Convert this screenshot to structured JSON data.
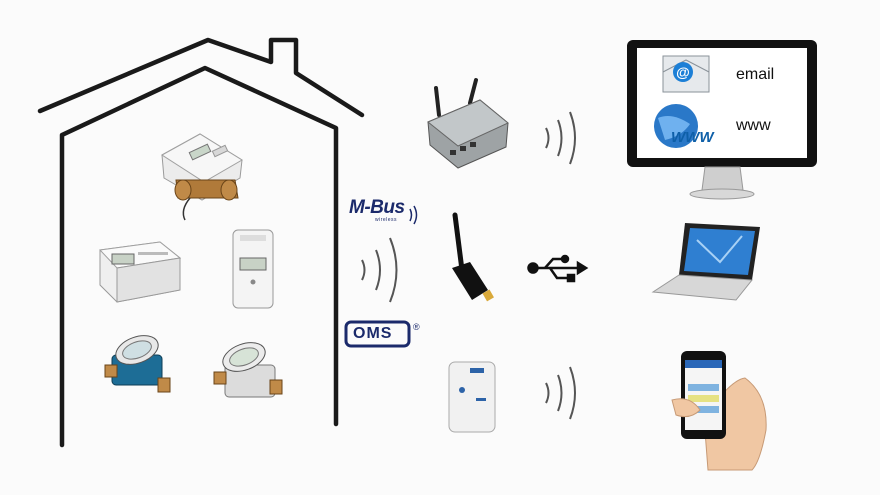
{
  "labels": {
    "email": "email",
    "www": "www",
    "www_badge": "WWW",
    "mbus": "M-Bus",
    "mbus_subtitle": "wireless",
    "oms": "OMS",
    "oms_registered": "®"
  },
  "colors": {
    "house_outline": "#1a1a1a",
    "brand_blue": "#1b2a6b",
    "screen_blue": "#0e5fa8",
    "signal_gray": "#555555"
  },
  "icons": [
    "house-outline",
    "heat-meter",
    "electronic-meter",
    "hca-meter",
    "water-meter",
    "gateway-router",
    "usb-stick",
    "wall-receiver",
    "monitor",
    "laptop",
    "smartphone",
    "usb-symbol",
    "email-icon",
    "www-globe-icon",
    "wireless-signal-icon"
  ]
}
